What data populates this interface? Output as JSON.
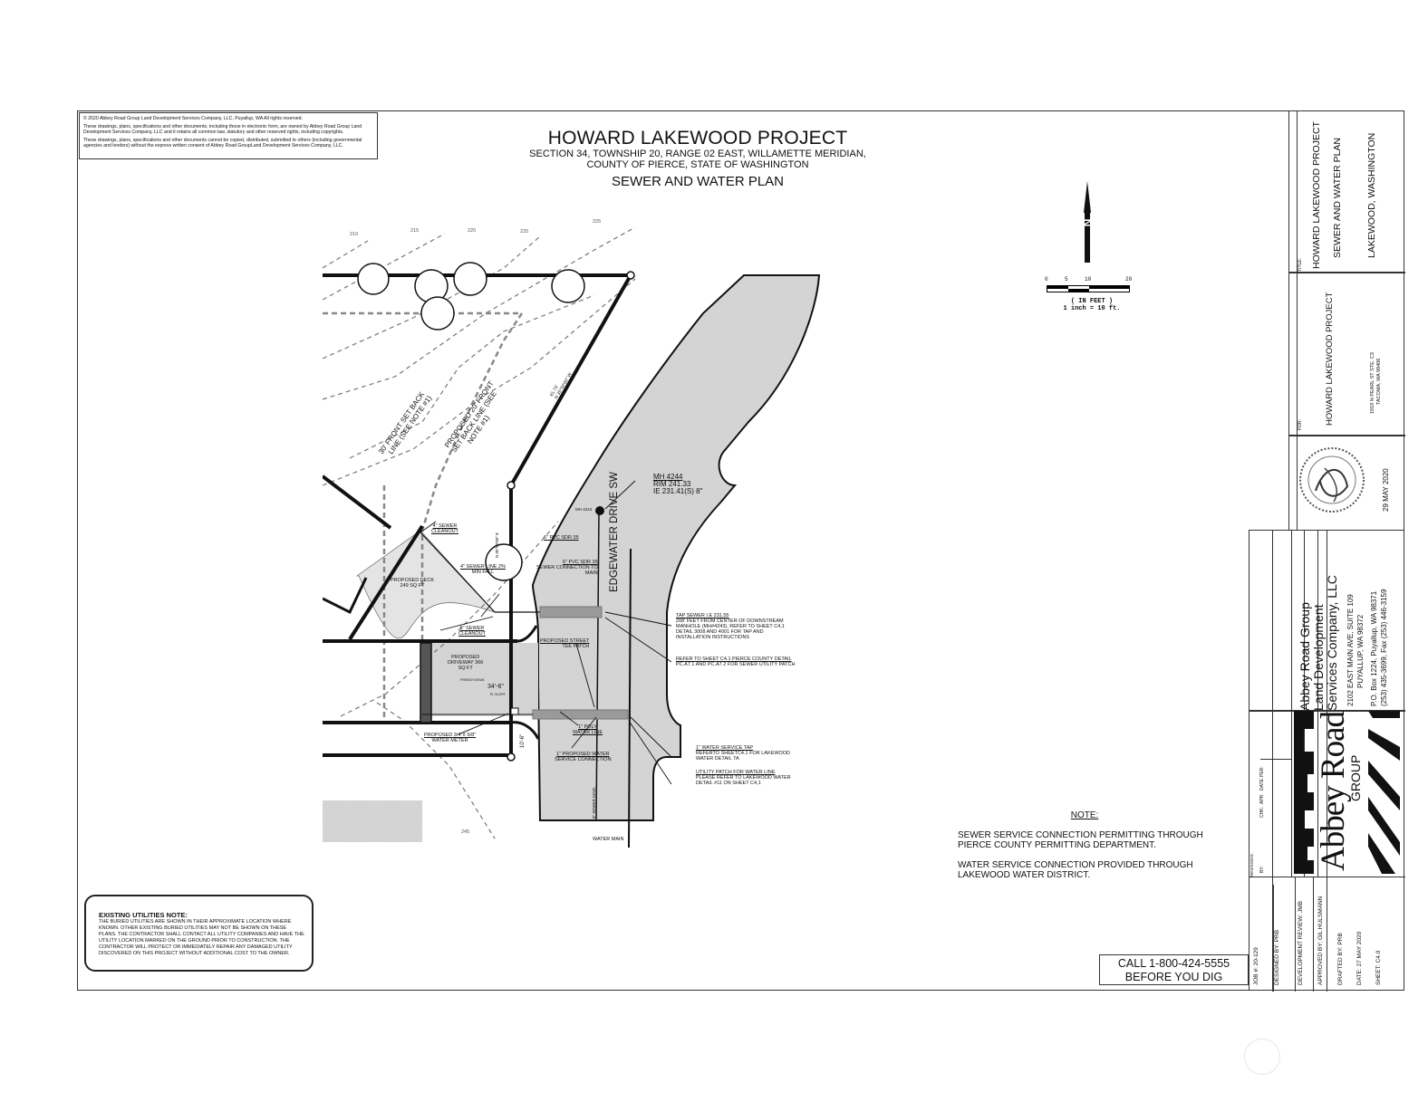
{
  "copyright": {
    "line1": "© 2020 Abbey Road Group Land Development Services Company, LLC, Puyallup, WA All rights reserved.",
    "line2": "These drawings, plans, specifications and other documents, including those in electronic form, are owned by Abbey Road Group Land Development Services Company, LLC and it retains all common law, statutory and other reserved rights, including copyrights.",
    "line3": "These drawings, plans, specifications and other documents cannot be copied, distributed, submitted to others (including governmental agencies and lenders) without the express written consent of Abbey Road GroupLand Development Services Company, LLC."
  },
  "title": {
    "main": "HOWARD LAKEWOOD PROJECT",
    "sub1": "SECTION 34, TOWNSHIP 20, RANGE 02 EAST, WILLAMETTE MERIDIAN,",
    "sub2": "COUNTY OF PIERCE, STATE OF WASHINGTON",
    "plan": "SEWER AND WATER PLAN"
  },
  "contours": [
    "210",
    "215",
    "220",
    "225",
    "225",
    "245"
  ],
  "drawing_labels": {
    "setback30": "30' FRONT SET BACK",
    "setback30b": "LINE (SEE NOTE #1)",
    "setback20": "PROPOSED 20' FRONT",
    "setback20b": "SET BACK LINE (SEE",
    "setback20c": "NOTE #1)",
    "bearing1": "61.73'",
    "bearing2": "N 35°50'00\" W",
    "street": "EDGEWATER DRIVE SW",
    "mh_small": "MH 4244",
    "mh_title": "MH 4244",
    "mh_rim": "RIM 241.33",
    "mh_ie": "IE 231.41(S) 8\"",
    "cleanout1a": "4\" SEWER",
    "cleanout1b": "CLEANOUT",
    "sewer_line_a": "4\" SEWER LINE 2%",
    "sewer_line_b": "MIN FALL",
    "pvc1": "6\" PVC SDR 35",
    "pvc2": "6\" PVC SDR 35",
    "sewer_conn_a": "SEWER CONNECTION TO",
    "sewer_conn_b": "MAIN",
    "deck_a": "PROPOSED DECK",
    "deck_b": "249 SQ FT",
    "cleanout2a": "6\" SEWER",
    "cleanout2b": "CLEANOUT",
    "tap_sewer_a": "TAP SEWER I.E 231.55",
    "tap_sewer_b": "208' FEET FROM CENTER OF DOWNSTREAM",
    "tap_sewer_c": "MANHOLE (MH#4243), REFER TO SHEET C4,1",
    "tap_sewer_d": "DETAIL 3008 AND 4001 FOR TAP AND",
    "tap_sewer_e": "INSTALLATION INSTRUCTIONS",
    "refer_a": "REFER TO SHEET C4.1 PIERCE COUNTY DETAIL",
    "refer_b": "PC.A7.1 AND PC.A7.2 FOR SEWER UTILITY PATCH",
    "tee_a": "PROPOSED STREET",
    "tee_b": "TEE PATCH",
    "driveway_a": "PROPOSED",
    "driveway_b": "DRIVEWAY 366",
    "driveway_c": "SQ FT",
    "french_drain": "FRENCH DRAIN",
    "dim1": "34'-6\"",
    "dim1b": "PL SLOPE",
    "dim2": "10'-6\"",
    "poly_a": "1\" POLY",
    "poly_b": "WATER LINE",
    "meter_a": "PROPOSED 3/4\"X 5/8\"",
    "meter_b": "WATER METER",
    "water_conn_a": "1\" PROPOSED WATER",
    "water_conn_b": "SERVICE CONNECTION",
    "water_tap_a": "1\" WATER SERVICE TAP",
    "water_tap_b": "REFERTO SHEETC4.1 FOR LAKEWOOD",
    "water_tap_c": "WATER DETAIL 7A",
    "util_patch_a": "UTILITY PATCH FOR WATER LINE",
    "util_patch_b": "PLEASE REFER TO LAKEWOOD WATER",
    "util_patch_c": "DETAIL #11 ON SHEET C4,1",
    "sewer_main": "8\" SEWER MAIN",
    "water_main": "WATER MAIN",
    "dist_small": "5.00'",
    "bearing_small": "N 00°00'00\" E"
  },
  "north_arrow": {
    "label": "N"
  },
  "scale": {
    "ticks": [
      "0",
      "5",
      "10",
      "20"
    ],
    "unit": "( IN FEET )",
    "ratio": "1 inch =  10 ft."
  },
  "utilities_note": {
    "heading": "EXISTING UTILITIES NOTE:",
    "body": "THE BURIED UTILITIES ARE SHOWN IN THEIR APPROXIMATE LOCATION WHERE KNOWN. OTHER EXISTING BURIED UTILITIES MAY NOT BE SHOWN ON THESE PLANS. THE CONTRACTOR SHALL CONTACT ALL UTILITY COMPANIES AND HAVE THE UTILITY LOCATION MARKED ON THE GROUND PRIOR TO CONSTRUCTION. THE CONTRACTOR WILL PROTECT OR IMMEDIATELY REPAIR ANY DAMAGED UTILITY DISCOVERED ON THIS PROJECT WITHOUT ADDITIONAL COST TO THE OWNER."
  },
  "note": {
    "heading": "NOTE:",
    "p1": "SEWER SERVICE CONNECTION PERMITTING THROUGH PIERCE COUNTY PERMITTING DEPARTMENT.",
    "p2": "WATER SERVICE CONNECTION PROVIDED THROUGH LAKEWOOD WATER DISTRICT."
  },
  "call_box": {
    "line1": "CALL 1-800-424-5555",
    "line2": "BEFORE YOU DIG"
  },
  "title_block": {
    "title_label": "TITLE:",
    "title_line1": "HOWARD LAKEWOOD PROJECT",
    "title_line2": "SEWER AND WATER PLAN",
    "title_line3": "LAKEWOOD, WASHINGTON",
    "for_label": "FOR:",
    "for_name": "HOWARD LAKEWOOD PROJECT",
    "for_addr1": "1919 N PEARL ST STE. C3",
    "for_addr2": "TACOMA, WA 98406",
    "seal_date": "29 MAY 2020",
    "company_line1": "Abbey Road Group",
    "company_line2": "Land Development",
    "company_line3": "Services Company, LLC",
    "addr1": "2102 EAST MAIN AVE, SUITE 109",
    "addr2": "PUYALLUP, WA 98372",
    "addr3": "P.O. Box 1224, Puyallup, WA 98371",
    "addr4": "(253) 435-3699, Fax (253) 446-3159",
    "logo_main": "Abbey Road",
    "logo_sub": "GROUP",
    "revisions_label": "REVISIONS:",
    "rev_cols": [
      "BY:",
      "CHK:",
      "APR:",
      "DATE:",
      "PER:"
    ],
    "job": "JOB #:   20-129",
    "designed": "DESIGNED BY:    PRB",
    "dev_review": "DEVELOPMENT REVIEW:  JMB",
    "approved": "APPROVED BY: GIL HULSMANN",
    "drafted": "DRAFTED BY:    PRB",
    "date": "DATE:   27 MAY 2020",
    "sheet": "SHEET:  C4.0"
  },
  "colors": {
    "road_fill": "#d4d4d4",
    "patch_fill": "#9a9a9a",
    "line": "#111111",
    "dashed": "#777777"
  }
}
